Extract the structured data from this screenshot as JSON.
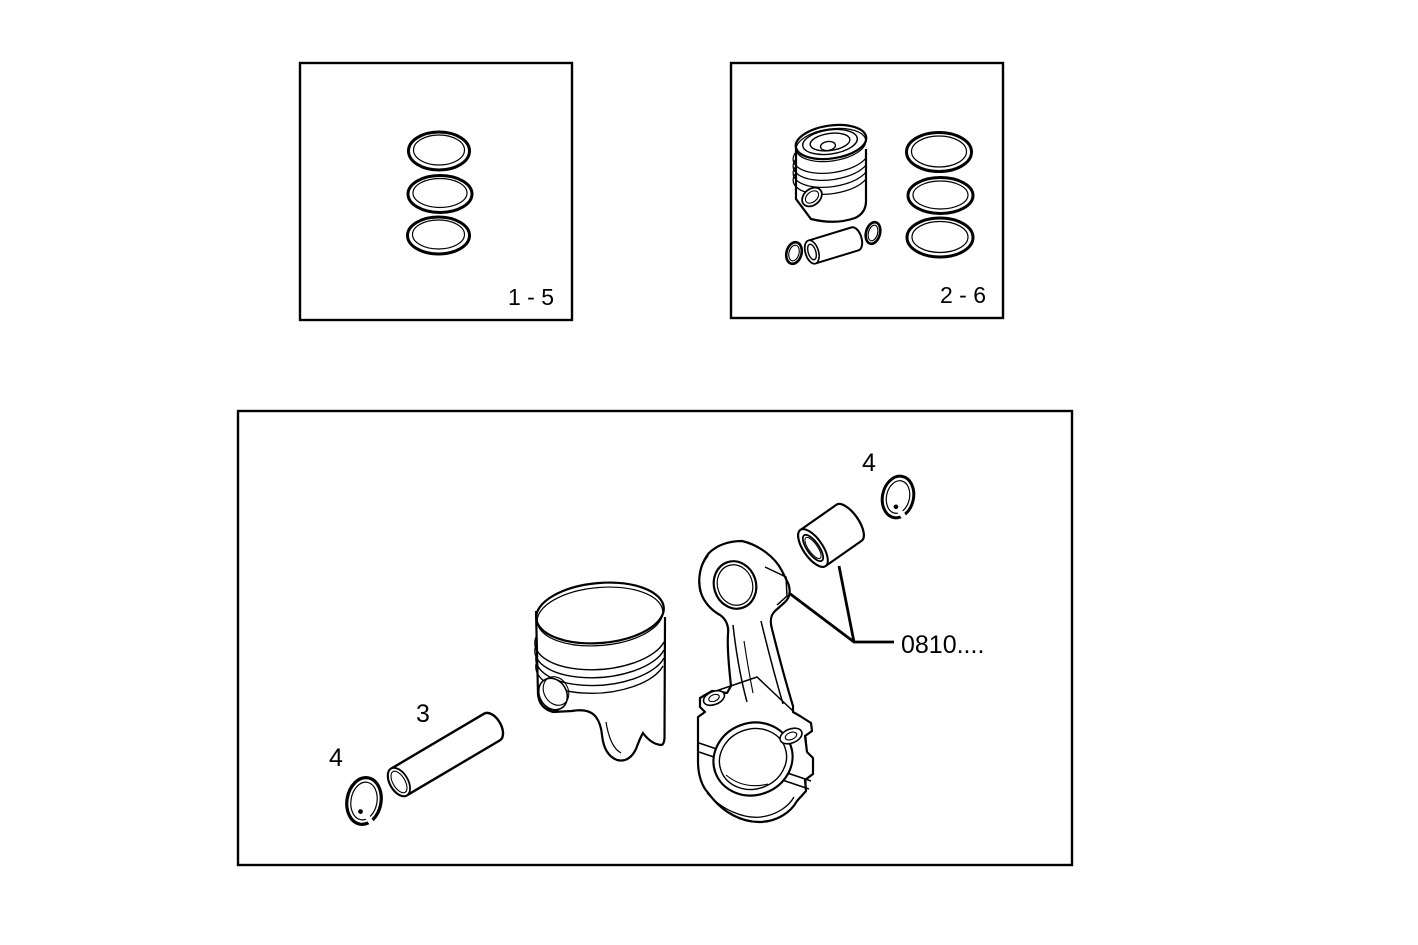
{
  "page": {
    "background": "#ffffff",
    "line_color": "#000000",
    "description": "Exploded parts diagram: piston ring kit, piston kit, piston / pin / circlips / connecting rod assembly"
  },
  "panels": {
    "ring_kit": {
      "label": "1 - 5"
    },
    "piston_kit": {
      "label": "2 - 6"
    },
    "assembly": {
      "pin_label": "3",
      "circlip_left_label": "4",
      "circlip_right_label": "4",
      "part_ref": "0810...."
    }
  }
}
